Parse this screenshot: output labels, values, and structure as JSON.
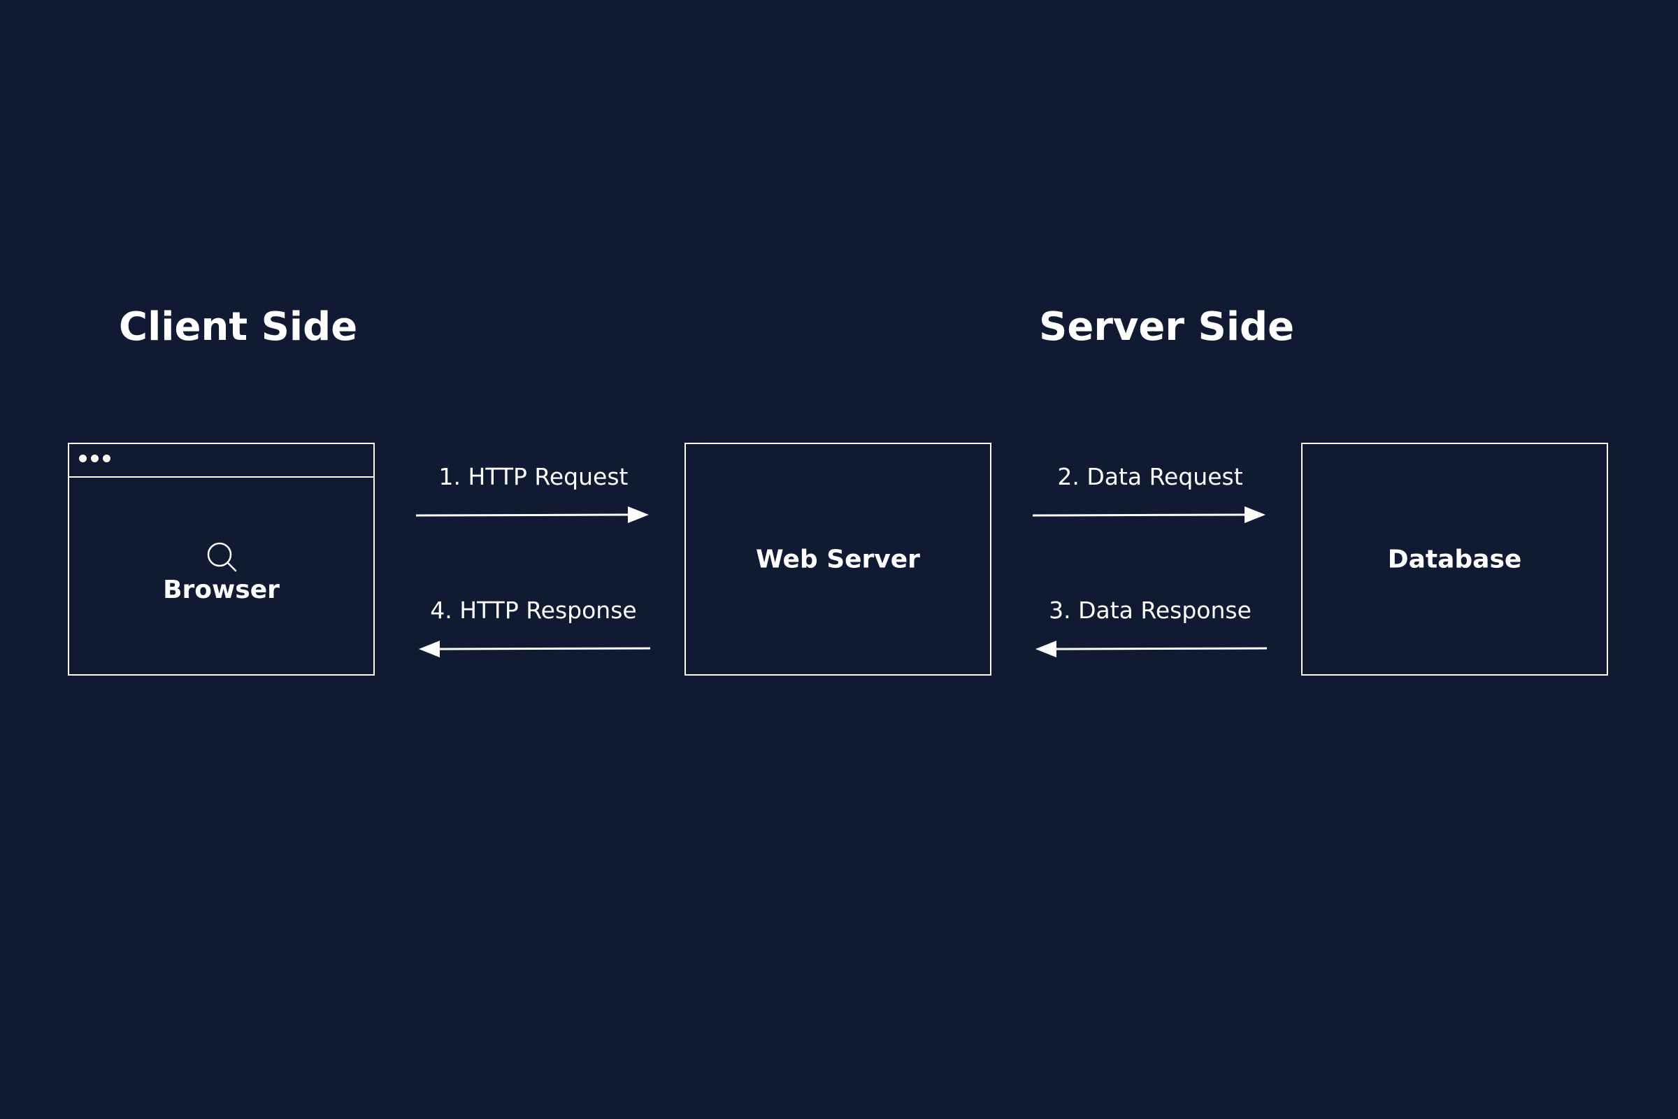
{
  "diagram": {
    "sections": {
      "client": "Client Side",
      "server": "Server Side"
    },
    "nodes": {
      "browser": "Browser",
      "web_server": "Web Server",
      "database": "Database"
    },
    "arrows": {
      "http_request": "1. HTTP Request",
      "data_request": "2. Data Request",
      "data_response": "3. Data Response",
      "http_response": "4. HTTP Response"
    },
    "icons": {
      "window_dots": "window-dots-icon",
      "search": "search-icon"
    },
    "colors": {
      "background": "#101a33",
      "foreground": "#ffffff"
    }
  }
}
